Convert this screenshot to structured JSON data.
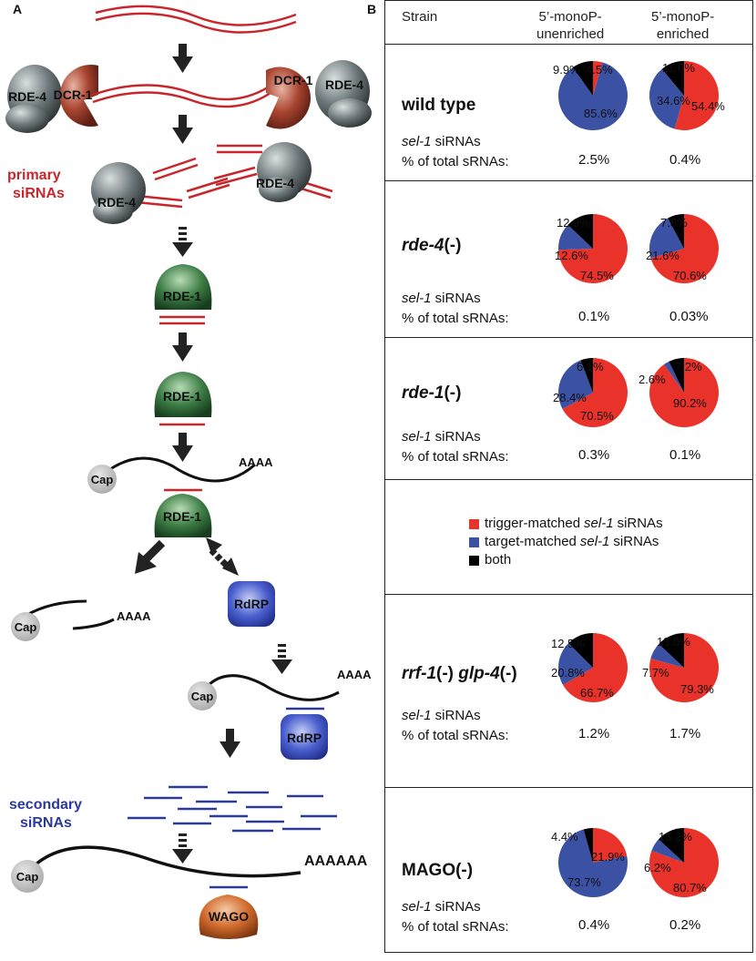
{
  "panel_a": {
    "label": "A",
    "rde4_label": "RDE-4",
    "dcr1_label": "DCR-1",
    "primary_sirnas": [
      "primary",
      "siRNAs"
    ],
    "rde1_label": "RDE-1",
    "cap_label": "Cap",
    "polya_short": "AAAA",
    "polya_long": "AAAAAA",
    "rdrp_label": "RdRP",
    "secondary_sirnas": [
      "secondary",
      "siRNAs"
    ],
    "wago_label": "WAGO",
    "colors": {
      "red_rna": "#c8262b",
      "blue_rna": "#2b3a9a",
      "dcr1": "#9a3a2a",
      "rde4": "#5a6466",
      "rde1": "#2f6b38",
      "rdrp": "#3b4fb0",
      "wago": "#c8682e",
      "cap": "#bdbdbd"
    }
  },
  "panel_b": {
    "label": "B",
    "header": {
      "strain": "Strain",
      "col1": [
        "5’-monoP-",
        "unenriched"
      ],
      "col2": [
        "5’-monoP-",
        "enriched"
      ]
    },
    "row_label_line1": {
      "italic": "sel-1",
      "rest": "siRNAs"
    },
    "row_label_line2": "% of total sRNAs:",
    "colors": {
      "trigger": "#e8322a",
      "target": "#3b51a3",
      "both": "#000000"
    },
    "strains": [
      {
        "name_parts": [
          {
            "t": "wild type",
            "i": false
          }
        ],
        "pct": [
          "2.5%",
          "0.4%"
        ]
      },
      {
        "name_parts": [
          {
            "t": "rde-4",
            "i": true
          },
          {
            "t": "(-)",
            "i": false
          }
        ],
        "pct": [
          "0.1%",
          "0.03%"
        ]
      },
      {
        "name_parts": [
          {
            "t": "rde-1",
            "i": true
          },
          {
            "t": "(-)",
            "i": false
          }
        ],
        "pct": [
          "0.3%",
          "0.1%"
        ]
      },
      {
        "name_parts": [
          {
            "t": "rrf-1",
            "i": true
          },
          {
            "t": "(-) ",
            "i": false
          },
          {
            "t": "glp-4",
            "i": true
          },
          {
            "t": "(-)",
            "i": false
          }
        ],
        "pct": [
          "1.2%",
          "1.7%"
        ]
      },
      {
        "name_parts": [
          {
            "t": "MAGO(-)",
            "i": false
          }
        ],
        "pct": [
          "0.4%",
          "0.2%"
        ]
      }
    ],
    "legend": [
      {
        "pre": "trigger-matched",
        "ital": "sel-1",
        "post": "siRNAs",
        "color": "#e8322a"
      },
      {
        "pre": "target-matched",
        "ital": "sel-1",
        "post": "siRNAs",
        "color": "#3b51a3"
      },
      {
        "pre": "both",
        "ital": "",
        "post": "",
        "color": "#000000"
      }
    ]
  },
  "chart_data": [
    {
      "type": "pie",
      "strain": "wild type",
      "fraction": "5’-monoP-unenriched",
      "categories": [
        "trigger-matched",
        "target-matched",
        "both"
      ],
      "values": [
        4.5,
        85.6,
        9.9
      ],
      "labels": [
        "4.5%",
        "85.6%",
        "9.9%"
      ]
    },
    {
      "type": "pie",
      "strain": "wild type",
      "fraction": "5’-monoP-enriched",
      "categories": [
        "trigger-matched",
        "target-matched",
        "both"
      ],
      "values": [
        54.4,
        34.6,
        11.0
      ],
      "labels": [
        "54.4%",
        "34.6%",
        "11.0%"
      ]
    },
    {
      "type": "pie",
      "strain": "rde-4(-)",
      "fraction": "5’-monoP-unenriched",
      "categories": [
        "trigger-matched",
        "target-matched",
        "both"
      ],
      "values": [
        74.5,
        12.6,
        12.9
      ],
      "labels": [
        "74.5%",
        "12.6%",
        "12.9%"
      ]
    },
    {
      "type": "pie",
      "strain": "rde-4(-)",
      "fraction": "5’-monoP-enriched",
      "categories": [
        "trigger-matched",
        "target-matched",
        "both"
      ],
      "values": [
        70.6,
        21.6,
        7.8
      ],
      "labels": [
        "70.6%",
        "21.6%",
        "7.8%"
      ]
    },
    {
      "type": "pie",
      "strain": "rde-1(-)",
      "fraction": "5’-monoP-unenriched",
      "categories": [
        "trigger-matched",
        "target-matched",
        "both"
      ],
      "values": [
        70.5,
        28.4,
        6.1
      ],
      "labels": [
        "70.5%",
        "28.4%",
        "6.1%"
      ]
    },
    {
      "type": "pie",
      "strain": "rde-1(-)",
      "fraction": "5’-monoP-enriched",
      "categories": [
        "trigger-matched",
        "target-matched",
        "both"
      ],
      "values": [
        90.2,
        2.6,
        7.2
      ],
      "labels": [
        "90.2%",
        "2.6%",
        "7.2%"
      ]
    },
    {
      "type": "pie",
      "strain": "rrf-1(-) glp-4(-)",
      "fraction": "5’-monoP-unenriched",
      "categories": [
        "trigger-matched",
        "target-matched",
        "both"
      ],
      "values": [
        66.7,
        20.8,
        12.5
      ],
      "labels": [
        "66.7%",
        "20.8%",
        "12.5%"
      ]
    },
    {
      "type": "pie",
      "strain": "rrf-1(-) glp-4(-)",
      "fraction": "5’-monoP-enriched",
      "categories": [
        "trigger-matched",
        "target-matched",
        "both"
      ],
      "values": [
        79.3,
        7.7,
        13.0
      ],
      "labels": [
        "79.3%",
        "7.7%",
        "13.0%"
      ]
    },
    {
      "type": "pie",
      "strain": "MAGO(-)",
      "fraction": "5’-monoP-unenriched",
      "categories": [
        "trigger-matched",
        "target-matched",
        "both"
      ],
      "values": [
        21.9,
        73.7,
        4.4
      ],
      "labels": [
        "21.9%",
        "73.7%",
        "4.4%"
      ]
    },
    {
      "type": "pie",
      "strain": "MAGO(-)",
      "fraction": "5’-monoP-enriched",
      "categories": [
        "trigger-matched",
        "target-matched",
        "both"
      ],
      "values": [
        80.7,
        6.2,
        13.2
      ],
      "labels": [
        "80.7%",
        "6.2%",
        "13.2%"
      ]
    }
  ]
}
